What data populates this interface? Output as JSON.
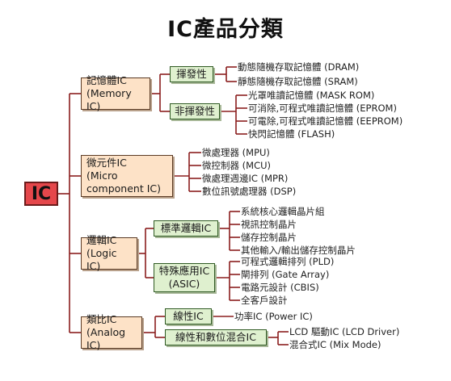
{
  "title": "IC產品分類",
  "root": "IC",
  "categories": [
    {
      "label": "記憶體IC\n(Memory IC)",
      "subs": [
        {
          "label": "揮發性",
          "items": [
            "動態隨機存取記憶體 (DRAM)",
            "靜態隨機存取記憶體 (SRAM)"
          ]
        },
        {
          "label": "非揮發性",
          "items": [
            "光罩唯讀記憶體 (MASK ROM)",
            "可消除,可程式唯讀記憶體 (EPROM)",
            "可電除,可程式唯讀記憶體 (EEPROM)",
            "快閃記憶體 (FLASH)"
          ]
        }
      ]
    },
    {
      "label": "微元件IC\n(Micro\ncomponent IC)",
      "items": [
        "微處理器 (MPU)",
        "微控制器 (MCU)",
        "微處理週邊IC (MPR)",
        "數位訊號處理器 (DSP)"
      ]
    },
    {
      "label": "邏輯IC\n(Logic IC)",
      "subs": [
        {
          "label": "標準邏輯IC",
          "items": [
            "系統核心邏輯晶片組",
            "視訊控制晶片",
            "儲存控制晶片",
            "其他輸入/輸出儲存控制晶片"
          ]
        },
        {
          "label": "特殊應用IC\n(ASIC)",
          "items": [
            "可程式邏輯排列 (PLD)",
            "閘排列 (Gate Array)",
            "電路元設計 (CBIS)",
            "全客戶設計"
          ]
        }
      ]
    },
    {
      "label": "類比IC\n(Analog IC)",
      "subs": [
        {
          "label": "線性IC",
          "items": [
            "功率IC (Power IC)"
          ]
        },
        {
          "label": "線性和數位混合IC",
          "items": [
            "LCD 驅動IC (LCD Driver)",
            "混合式IC (Mix Mode)"
          ]
        }
      ]
    }
  ]
}
